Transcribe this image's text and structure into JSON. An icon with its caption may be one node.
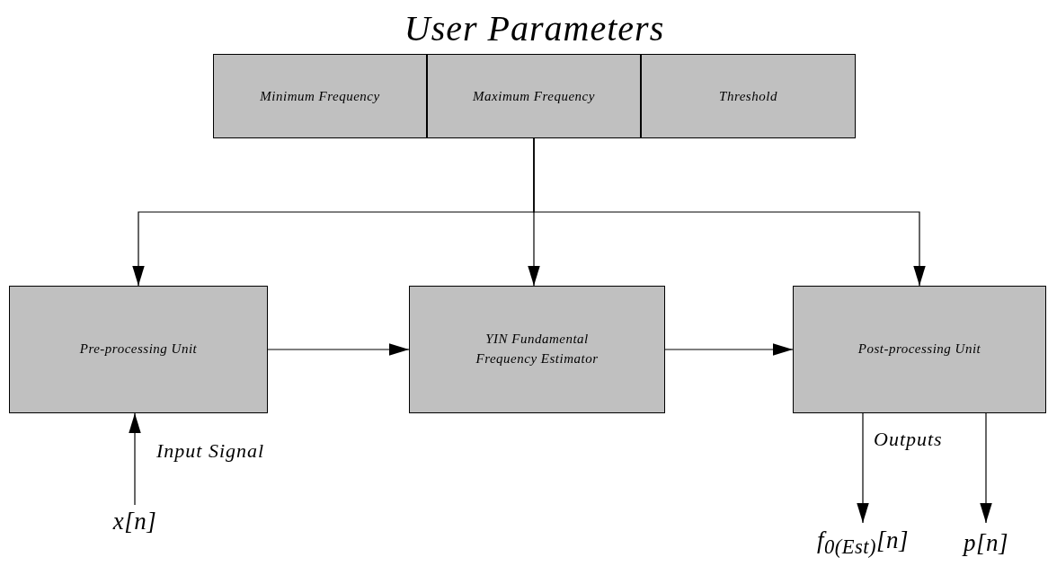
{
  "diagram": {
    "nodes": [
      {
        "text": [
          "User Parameters"
        ]
      },
      {
        "text": [
          "Minimum Frequency"
        ],
        "in": 0
      },
      {
        "text": [
          "Maximum Frequency"
        ],
        "in": 0
      },
      {
        "text": [
          "Threshold"
        ],
        "in": 0
      },
      {
        "text": [
          "Pre-processing Unit"
        ]
      },
      {
        "text": [
          "YIN Fundamental Frequency Estimator"
        ]
      },
      {
        "text": [
          "Post-processing Unit"
        ]
      },
      {
        "text": [
          "x[n]"
        ]
      },
      {
        "text": [
          "f$_{0(Est)}$[n]"
        ]
      },
      {
        "text": [
          "p[n]"
        ]
      }
    ],
    "edges": [
      {
        "from": 2,
        "to": 4,
        "arrow": "to"
      },
      {
        "from": 2,
        "to": 5,
        "arrow": "to"
      },
      {
        "from": 2,
        "to": 6,
        "arrow": "to"
      },
      {
        "from": 4,
        "to": 5,
        "arrow": "to"
      },
      {
        "from": 5,
        "to": 6,
        "arrow": "to"
      },
      {
        "from": 7,
        "to": 4,
        "arrow": "to",
        "label": "Input Signal"
      },
      {
        "from": 6,
        "to": 8,
        "arrow": "to"
      },
      {
        "from": 6,
        "to": 9,
        "arrow": "to"
      }
    ],
    "labels": [
      "Outputs"
    ]
  }
}
